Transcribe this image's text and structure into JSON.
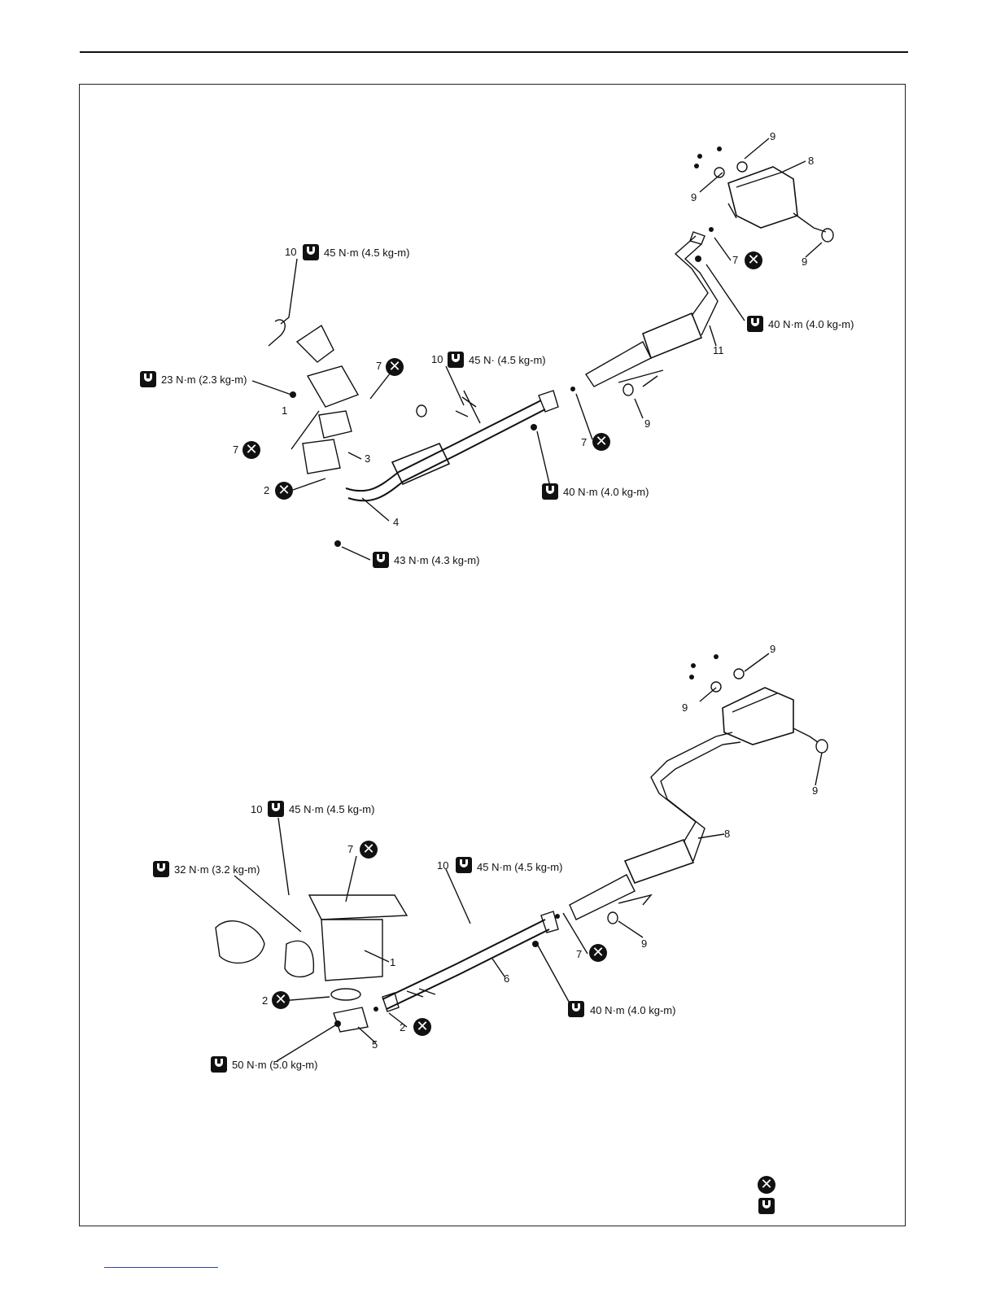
{
  "upper": {
    "torque_10": "45 N·m (4.5 kg-m)",
    "torque_23": "23 N·m (2.3 kg-m)",
    "torque_10b": "45 N· (4.5 kg-m)",
    "torque_40a": "40 N·m (4.0 kg-m)",
    "torque_40b": "40 N·m (4.0 kg-m)",
    "torque_43": "43 N·m (4.3 kg-m)"
  },
  "lower": {
    "torque_10a": "45 N·m (4.5 kg-m)",
    "torque_32": "32 N·m (3.2 kg-m)",
    "torque_10b": "45 N·m (4.5 kg-m)",
    "torque_40": "40 N·m (4.0 kg-m)",
    "torque_50": "50 N·m (5.0 kg-m)"
  },
  "numbers": {
    "n1": "1",
    "n2": "2",
    "n3": "3",
    "n4": "4",
    "n5": "5",
    "n6": "6",
    "n7": "7",
    "n8": "8",
    "n9": "9",
    "n10": "10",
    "n11": "11"
  }
}
